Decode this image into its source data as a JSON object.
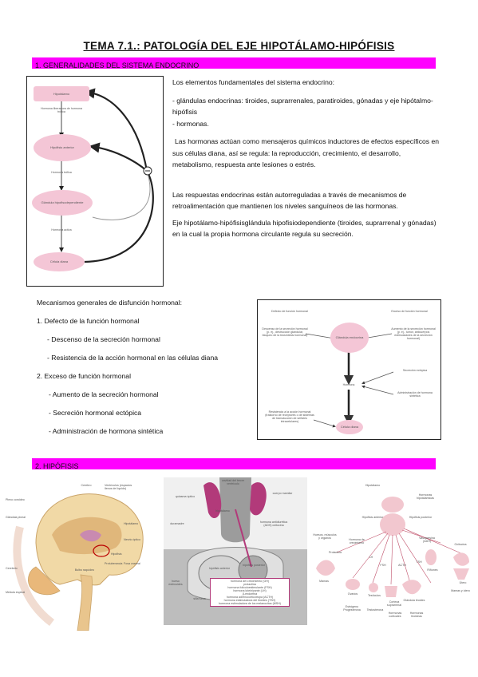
{
  "title": "TEMA 7.1.: PATOLOGÍA DEL EJE HIPOTÁLAMO-HIPÓFISIS",
  "sections": {
    "s1": "1. GENERALIDADES DEL SISTEMA ENDOCRINO",
    "s2": "2. HIPÓFISIS"
  },
  "intro": {
    "p1": "Los elementos fundamentales del sistema endocrino:",
    "p2": "- glándulas endocrinas: tiroides, suprarrenales, paratiroides, gónadas y eje hipótalmo-hipófisis",
    "p3": "- hormonas.",
    "p4": "Las hormonas actúan como mensajeros químicos inductores de efectos específicos en sus células diana, así se regula: la reproducción, crecimiento, el desarrollo, metabolismo, respuesta ante lesiones o estrés.",
    "p5": "Las respuestas endocrinas están autorreguladas a través de mecanismos de retroalimentación que mantienen los niveles sanguíneos de las hormonas.",
    "p6": "Eje hipotálamo-hipófisisglándula hipofisiodependiente (tiroides, suprarrenal y gónadas) en la cual la propia hormona circulante regula su secreción."
  },
  "mechanisms": {
    "heading": "Mecanismos generales de disfunción hormonal:",
    "items": [
      "1. Defecto de la función hormonal",
      "- Descenso de la secreción hormonal",
      "- Resistencia de la acción hormonal en las células diana",
      "2. Exceso de función hormonal",
      "- Aumento de la secreción hormonal",
      "- Secreción hormonal ectópica",
      "- Administración de hormona sintética"
    ]
  },
  "fig1": {
    "hipotalamo": "Hipotálamo",
    "liberadora": "Hormona liberadora de hormona trófica",
    "hipofisis": "Hipófisis anterior",
    "trofica": "Hormona trófica",
    "glandula": "Glándula hipofisodependiente",
    "activa": "Hormona activa",
    "diana": "Célula diana"
  },
  "fig2": {
    "defecto": "Defecto de función hormonal",
    "exceso": "Exceso de función hormonal",
    "descenso": "Descenso de la secreción hormonal (p. ej., destrucción glandular, bloqueo de la biosíntesis hormonal)",
    "aumento": "Aumento de la secreción hormonal (p. ej., tumor, anticuerpos estimuladores de la secreción hormonal)",
    "glandula": "Glándula endocrina",
    "ectopica": "Secreción ectópica",
    "hormona": "Hormona",
    "sintetica": "Administración de hormona sintética",
    "resistencia": "Resistencia a la acción hormonal (trastorno de receptores o de sistemas de transducción de señales intracelulares)",
    "diana": "Célula diana"
  },
  "brain": {
    "l1": "Plexo coroideo",
    "l2": "Cerebro",
    "l3": "Ventrículos (espacios llenos de líquido)",
    "l4": "Glándula pineal",
    "l5": "Hipotálamo",
    "l6": "Nervio óptico",
    "l7": "Hipófisis",
    "l8": "Protuberancia",
    "l9": "Bulbo raquídeo",
    "l10": "Cerebelo",
    "l11": "Médula espinal",
    "l12": "Fosa craneal"
  },
  "pituitary": {
    "l1": "cavidad del tercer ventrículo",
    "l2": "quiasma óptico",
    "l3": "cuerpo mamilar",
    "l4": "hipotálamo",
    "l5": "duramadre",
    "l6": "hormona antidiurética (ADH) oxitocina",
    "l7": "hipófisis anterior",
    "l8": "hipófisis posterior",
    "l9": "hueso esfenoides",
    "l10": "silla turca",
    "hormones": [
      "hormona del crecimiento (GH)",
      "prolactina",
      "hormona foliculoestimulante (FSH)",
      "hormona luteinizante (LH)",
      "β-endorfina",
      "hormona adrenocorticotropa (ACTH)",
      "hormona estimuladora del tiroides (TSH)",
      "hormona estimuladora de los melanocitos (MSH)"
    ]
  },
  "targets": {
    "hipotalamo": "Hipotálamo",
    "hip_ant": "Hipófisis anterior",
    "hip_post": "Hipófisis posterior",
    "h_hipot": "Hormonas hipotalámicas",
    "gh": "Hormona de crecimiento",
    "vaso": "Vasopresina (ADH)",
    "oxit": "Oxitocina",
    "prolac": "Prolactina",
    "huesos": "Huesos, músculos y órganos",
    "lh": "LH",
    "fsh": "FSH",
    "acth": "ACTH",
    "tsh": "TSH",
    "ovarios": "Ovarios",
    "testiculos": "Testículos",
    "corteza": "Corteza suprarrenal",
    "tiroides": "Glándula tiroides",
    "mamas": "Mamas",
    "rinones": "Riñones",
    "utero": "Útero",
    "estrogeno": "Estrógeno Progesterona",
    "testost": "Testosterona",
    "cortic": "Hormonas corticales",
    "tiroideas": "Hormonas tiroideas",
    "mamaytero": "Mamas y útero"
  }
}
